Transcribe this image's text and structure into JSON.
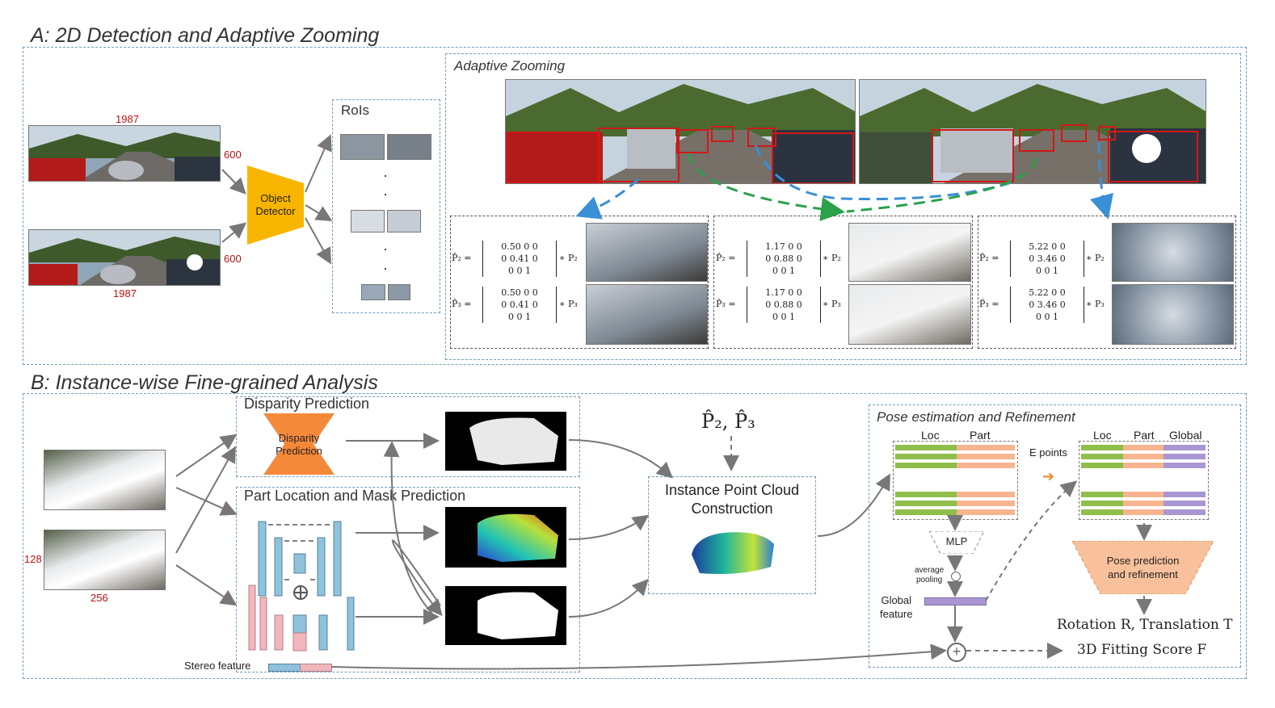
{
  "section_a": {
    "title": "A: 2D Detection and Adaptive Zooming",
    "img_width": "1987",
    "img_height": "600",
    "detector_label_1": "Object",
    "detector_label_2": "Detector",
    "rois_title": "RoIs",
    "dots": "·",
    "adaptive_title": "Adaptive Zooming",
    "matrices": [
      {
        "p2_lhs": "P̂₂ =",
        "p3_lhs": "P̂₃ =",
        "r1": "0.50   0   0",
        "r2": "0   0.41   0",
        "r3": "0   0   1",
        "p2_rhs": "∗ P₂",
        "p3_rhs": "∗ P₃"
      },
      {
        "p2_lhs": "P̂₂ =",
        "p3_lhs": "P̂₃ =",
        "r1": "1.17   0   0",
        "r2": "0   0.88   0",
        "r3": "0   0   1",
        "p2_rhs": "∗ P₂",
        "p3_rhs": "∗ P₃"
      },
      {
        "p2_lhs": "P̂₂ =",
        "p3_lhs": "P̂₃ =",
        "r1": "5.22   0   0",
        "r2": "0   3.46   0",
        "r3": "0   0   1",
        "p2_rhs": "∗ P₂",
        "p3_rhs": "∗ P₃"
      }
    ]
  },
  "section_b": {
    "title": "B: Instance-wise Fine-grained Analysis",
    "crop_width": "256",
    "crop_height": "128",
    "disparity_box_title": "Disparity Prediction",
    "disparity_label_1": "Disparity",
    "disparity_label_2": "Prediction",
    "part_box_title": "Part Location and Mask Prediction",
    "stereo_feature": "Stereo feature",
    "proj_label": "P̂₂, P̂₃",
    "point_cloud_1": "Instance Point Cloud",
    "point_cloud_2": "Construction",
    "pose_title": "Pose estimation and Refinement",
    "loc": "Loc",
    "part": "Part",
    "global": "Global",
    "e_points": "E points",
    "mlp": "MLP",
    "avg_pool_1": "average",
    "avg_pool_2": "pooling",
    "global_feature_1": "Global",
    "global_feature_2": "feature",
    "pose_pred_1": "Pose prediction",
    "pose_pred_2": "and refinement",
    "rot_trans": "Rotation R, Translation T",
    "fitting": "3D Fitting Score F"
  },
  "colors": {
    "detector": "#f7b500",
    "disparity_net": "#f5893a",
    "loc_green": "#8fbf4a",
    "part_peach": "#f6b58f",
    "global_purple": "#a996d2",
    "box_blue": "#6d9dbd",
    "red_box": "#d01818",
    "arrow_blue": "#3a8fd6",
    "arrow_green": "#2aa14a"
  }
}
